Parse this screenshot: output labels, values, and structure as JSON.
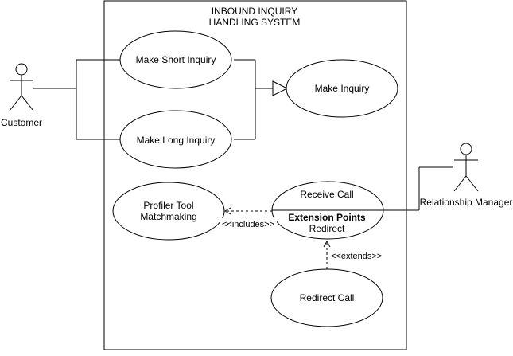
{
  "system": {
    "title_line1": "INBOUND INQUIRY",
    "title_line2": "HANDLING SYSTEM"
  },
  "actors": {
    "customer": "Customer",
    "relationship_manager": "Relationship Manager"
  },
  "use_cases": {
    "make_short_inquiry": "Make Short Inquiry",
    "make_long_inquiry": "Make Long Inquiry",
    "make_inquiry": "Make Inquiry",
    "profiler_line1": "Profiler Tool",
    "profiler_line2": "Matchmaking",
    "receive_call": "Receive Call",
    "extension_points_heading": "Extension Points",
    "extension_point_redirect": "Redirect",
    "redirect_call": "Redirect Call"
  },
  "relations": {
    "includes": "<<includes>>",
    "extends": "<<extends>>"
  },
  "colors": {
    "stroke": "#000000",
    "background": "#ffffff"
  }
}
